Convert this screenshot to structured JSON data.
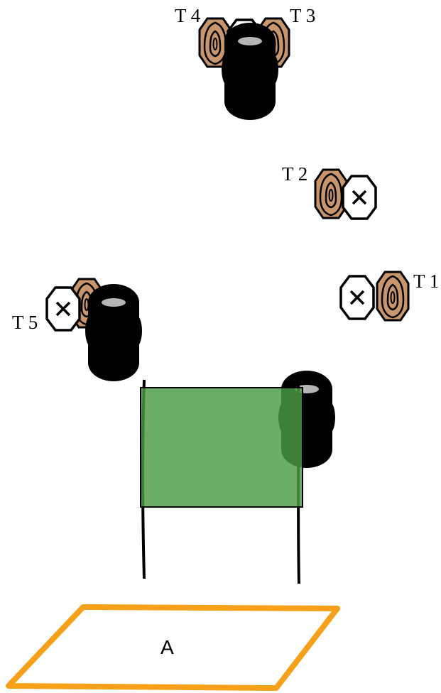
{
  "targets": {
    "t1": {
      "label": "T 1",
      "color": "#c8956c"
    },
    "t2": {
      "label": "T 2",
      "color": "#c8956c"
    },
    "t3": {
      "label": "T 3",
      "color": "#c8956c"
    },
    "t4": {
      "label": "T 4",
      "color": "#c8956c"
    },
    "t5": {
      "label": "T 5",
      "color": "#c8956c"
    }
  },
  "shooting_box": {
    "label": "A",
    "color": "#f7a11a"
  },
  "barrier": {
    "color": "#4a9e44"
  },
  "barrel_color": "#000000",
  "no_shoot_color": "#ffffff"
}
